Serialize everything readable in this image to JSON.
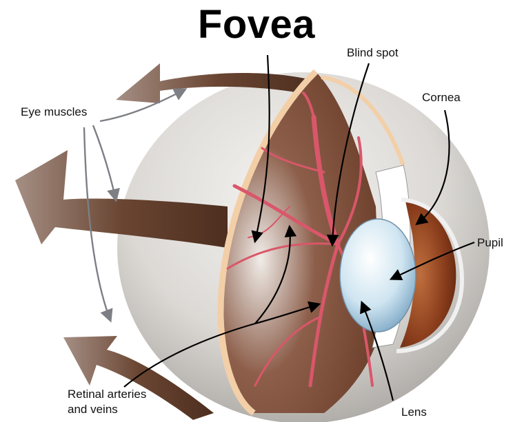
{
  "title": "Fovea",
  "labels": {
    "eye_muscles": "Eye muscles",
    "blind_spot": "Blind spot",
    "cornea": "Cornea",
    "pupil": "Pupil",
    "retinal_line1": "Retinal arteries",
    "retinal_line2": "and veins",
    "lens": "Lens"
  },
  "colors": {
    "sclera": "#d9d6d2",
    "choroid": "#7a4a35",
    "retina_edge": "#f3cfa8",
    "vessels": "#d9576a",
    "lens": "#cfe6f2",
    "iris": "#8a3d1c",
    "muscle": "#6b4530"
  }
}
